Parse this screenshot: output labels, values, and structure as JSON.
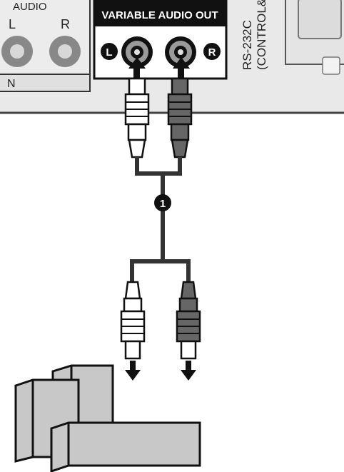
{
  "panel": {
    "audio_group_label": "AUDIO",
    "audio_left": "L",
    "audio_right": "R",
    "input_label": "N",
    "variable_audio_out_label": "VARIABLE AUDIO OUT",
    "jack_left_badge": "L",
    "jack_right_badge": "R",
    "rs232c_line1": "RS-232C",
    "rs232c_line2": "(CONTROL&S"
  },
  "cable": {
    "step_number": "1"
  },
  "colors": {
    "panel_fill": "#e9e9e9",
    "cable_line": "#333333",
    "plug_dark": "#666666",
    "plug_light": "#ffffff",
    "device_fill": "#c8c8c8"
  }
}
